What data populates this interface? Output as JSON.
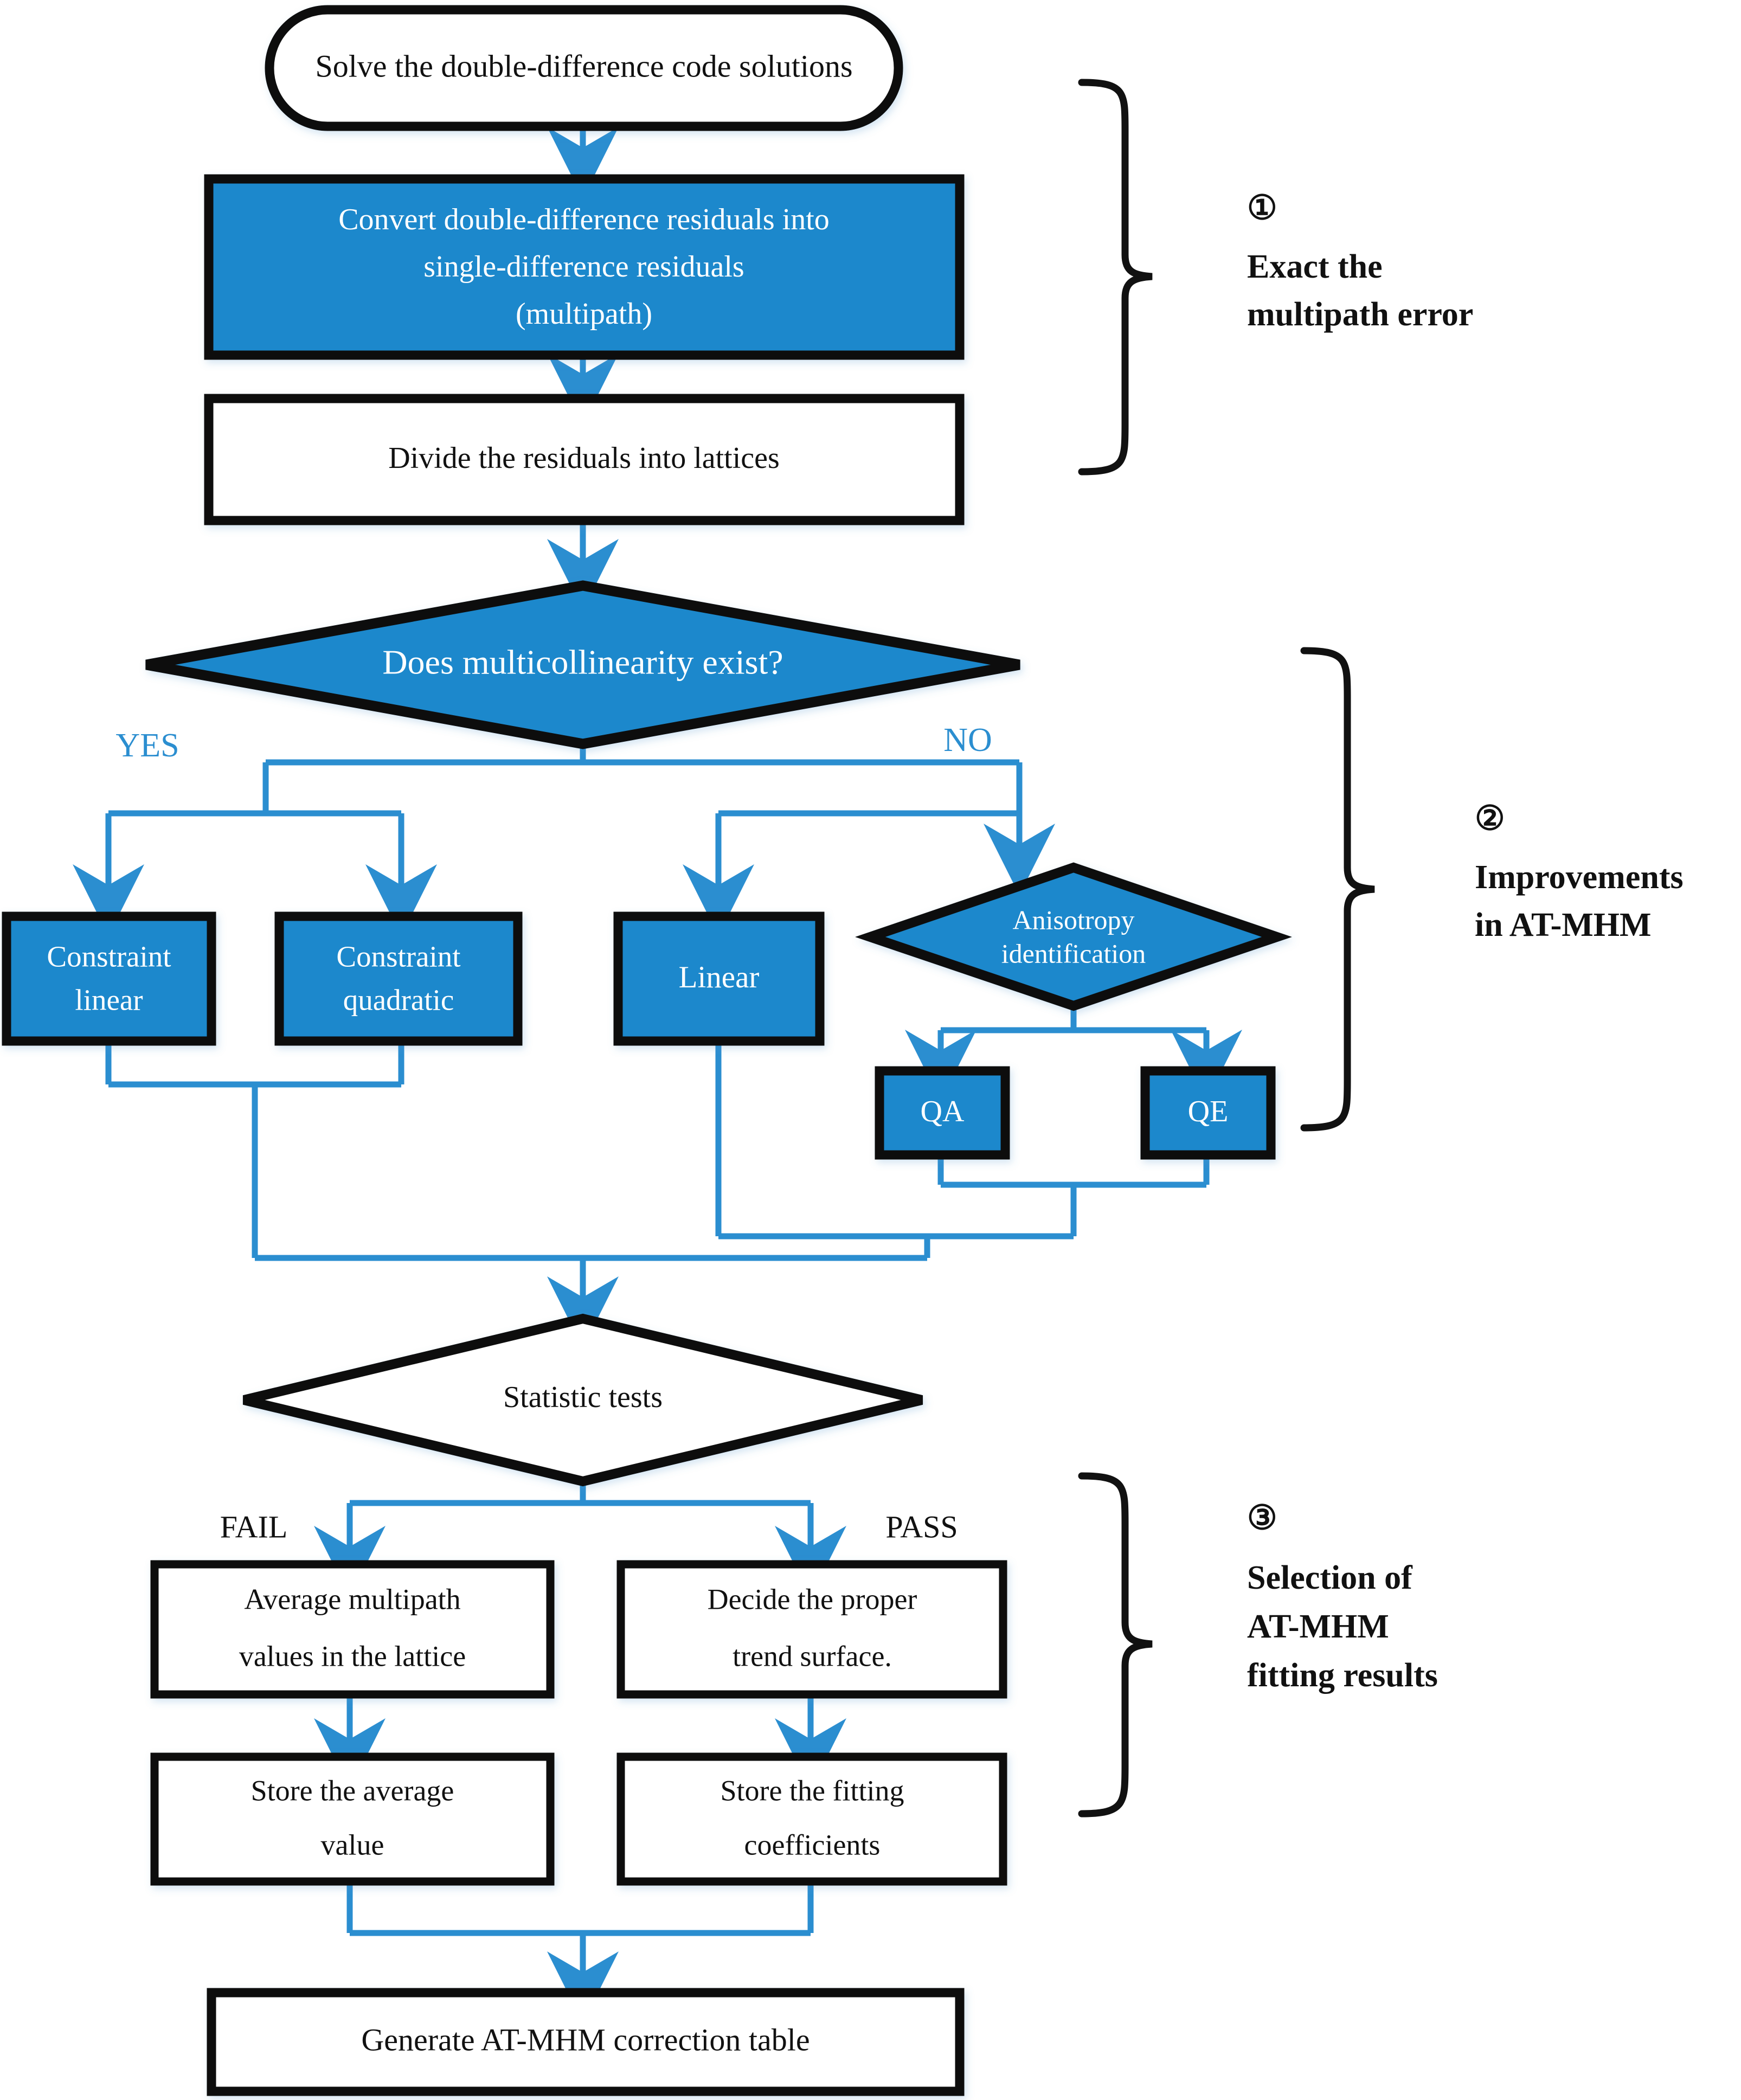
{
  "figure": {
    "type": "flowchart",
    "title": "AT-MHM multipath modeling workflow",
    "colors": {
      "accent_blue": "#1a88cc",
      "connector_blue": "#2b8ed0",
      "node_border": "#111111",
      "white_fill": "#ffffff",
      "dark_text": "#111111",
      "light_text": "#ffffff"
    }
  },
  "nodes": {
    "start": {
      "label": "Solve the double-difference code solutions",
      "shape": "terminator",
      "fill": "white"
    },
    "convert": {
      "line1": "Convert double-difference residuals into",
      "line2": "single-difference residuals",
      "line3": "(multipath)",
      "shape": "process",
      "fill": "blue"
    },
    "divide": {
      "label": "Divide the residuals into lattices",
      "shape": "process",
      "fill": "white"
    },
    "multicollinearity": {
      "label": "Does multicollinearity exist?",
      "shape": "decision",
      "fill": "blue"
    },
    "constraint_linear": {
      "line1": "Constraint",
      "line2": "linear",
      "shape": "process",
      "fill": "blue"
    },
    "constraint_quadratic": {
      "line1": "Constraint",
      "line2": "quadratic",
      "shape": "process",
      "fill": "blue"
    },
    "linear": {
      "label": "Linear",
      "shape": "process",
      "fill": "blue"
    },
    "anisotropy": {
      "line1": "Anisotropy",
      "line2": "identification",
      "shape": "decision",
      "fill": "blue"
    },
    "qa": {
      "label": "QA",
      "shape": "process",
      "fill": "blue"
    },
    "qe": {
      "label": "QE",
      "shape": "process",
      "fill": "blue"
    },
    "statistic_tests": {
      "label": "Statistic tests",
      "shape": "decision",
      "fill": "white"
    },
    "average_multipath": {
      "line1": "Average multipath",
      "line2": "values in the lattice",
      "shape": "process",
      "fill": "white"
    },
    "decide_trend": {
      "line1": "Decide the proper",
      "line2": "trend surface.",
      "shape": "process",
      "fill": "white"
    },
    "store_average": {
      "line1": "Store the average",
      "line2": "value",
      "shape": "process",
      "fill": "white"
    },
    "store_fitting": {
      "line1": "Store the fitting",
      "line2": "coefficients",
      "shape": "process",
      "fill": "white"
    },
    "generate_table": {
      "label": "Generate AT-MHM correction table",
      "shape": "process",
      "fill": "white"
    }
  },
  "edge_labels": {
    "yes": "YES",
    "no": "NO",
    "fail": "FAIL",
    "pass": "PASS"
  },
  "braces": [
    {
      "marker": "①",
      "line1": "Exact the",
      "line2": "multipath  error",
      "line3": "",
      "line4": ""
    },
    {
      "marker": "②",
      "line1": "Improvements",
      "line2": "in AT-MHM",
      "line3": "",
      "line4": ""
    },
    {
      "marker": "③",
      "line1": "Selection of",
      "line2": "AT-MHM",
      "line3": "fitting  results",
      "line4": ""
    }
  ]
}
